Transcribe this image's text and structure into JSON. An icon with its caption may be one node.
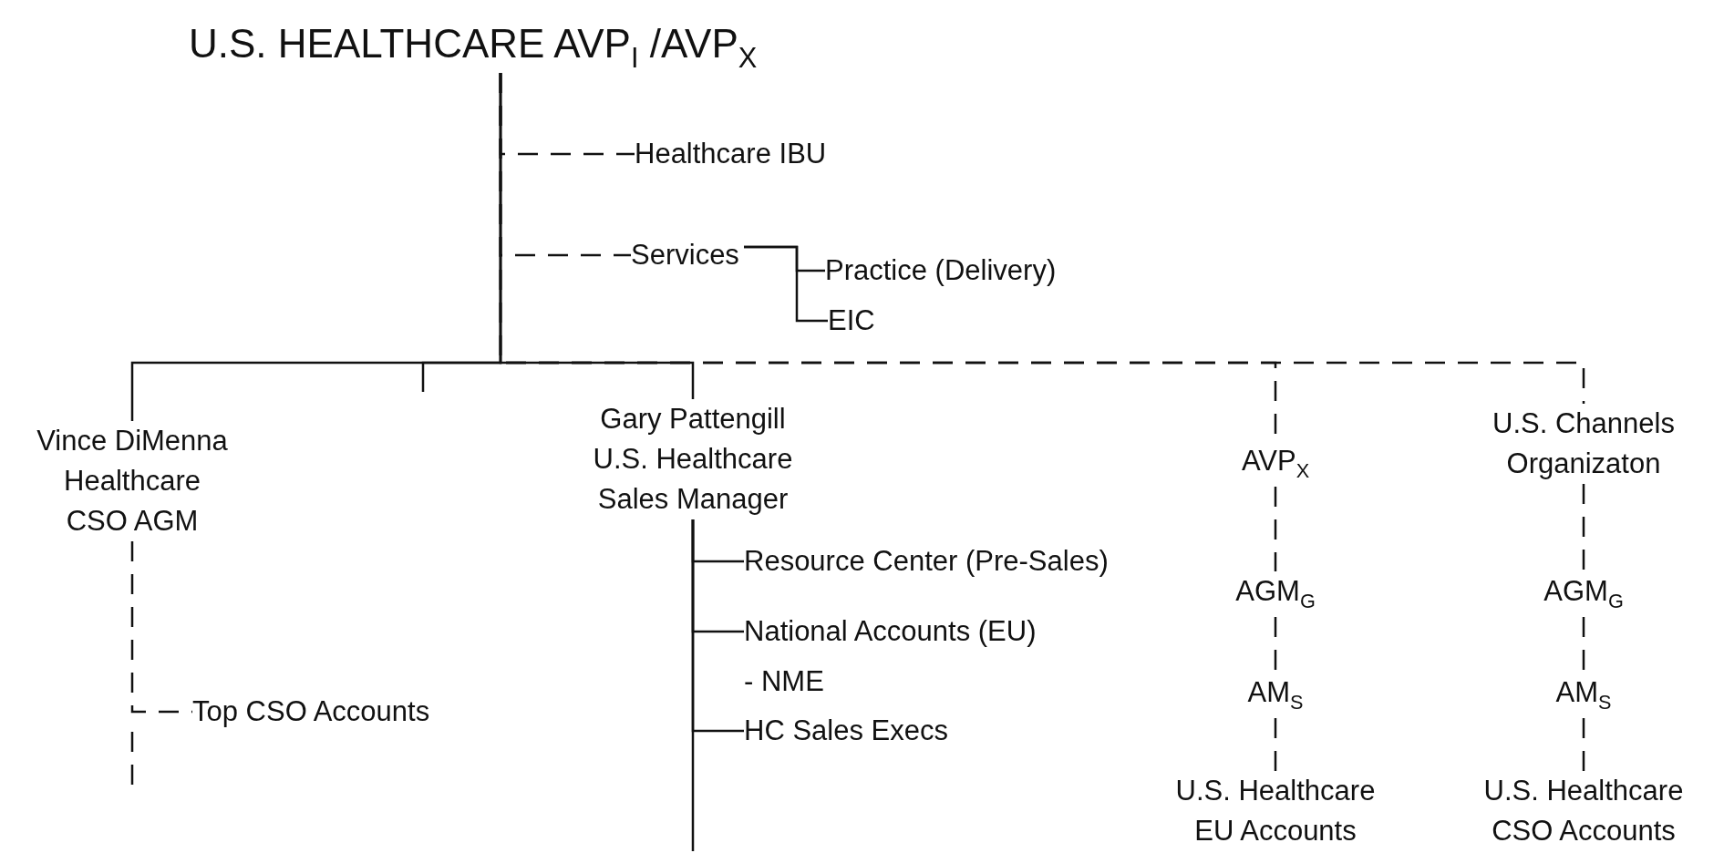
{
  "diagram": {
    "nodes": [
      {
        "text": [
          "U.S. HEALTHCARE AVP$_{I}$ /AVP$_{X}$"
        ]
      },
      {
        "text": [
          "Healthcare IBU"
        ]
      },
      {
        "text": [
          "Services"
        ]
      },
      {
        "text": [
          "Practice (Delivery)"
        ]
      },
      {
        "text": [
          "EIC"
        ]
      },
      {
        "text": [
          "Vince DiMenna Healthcare CSO AGM"
        ]
      },
      {
        "text": [
          "Gary Pattengill U.S. Healthcare Sales Manager"
        ]
      },
      {
        "text": [
          "AVP$_{X}$"
        ]
      },
      {
        "text": [
          "U.S. Channels Organizaton"
        ]
      },
      {
        "text": [
          "Top CSO Accounts"
        ]
      },
      {
        "text": [
          "Resource Center (Pre-Sales)"
        ]
      },
      {
        "text": [
          "National Accounts (EU)"
        ]
      },
      {
        "text": [
          "HC Sales Execs"
        ]
      },
      {
        "text": [
          "AGM$_{G}$"
        ]
      },
      {
        "text": [
          "AM$_{S}$"
        ]
      },
      {
        "text": [
          "U.S. Healthcare EU Accounts"
        ]
      },
      {
        "text": [
          "AGM$_{G}$"
        ]
      },
      {
        "text": [
          "AM$_{S}$"
        ]
      },
      {
        "text": [
          "U.S. Healthcare CSO Accounts"
        ]
      }
    ],
    "edges": [
      {
        "from": 0,
        "to": 1,
        "arrow": "none",
        "style": "dashed"
      },
      {
        "from": 0,
        "to": 2,
        "arrow": "none",
        "style": "dashed"
      },
      {
        "from": 2,
        "to": 3,
        "arrow": "none"
      },
      {
        "from": 2,
        "to": 4,
        "arrow": "none"
      },
      {
        "from": 0,
        "to": 5,
        "arrow": "none"
      },
      {
        "from": 0,
        "to": null,
        "arrow": "none"
      },
      {
        "from": 0,
        "to": 6,
        "arrow": "none"
      },
      {
        "from": 0,
        "to": 7,
        "arrow": "none",
        "style": "dashed"
      },
      {
        "from": 0,
        "to": 8,
        "arrow": "none",
        "style": "dashed"
      },
      {
        "from": 5,
        "to": 9,
        "arrow": "none",
        "style": "dashed"
      },
      {
        "from": 6,
        "to": 10,
        "arrow": "none"
      },
      {
        "from": 6,
        "to": 11,
        "arrow": "none"
      },
      {
        "from": 6,
        "to": 12,
        "arrow": "none"
      },
      {
        "from": 6,
        "to": null,
        "arrow": "none"
      },
      {
        "from": 7,
        "to": 13,
        "arrow": "none",
        "style": "dashed"
      },
      {
        "from": 13,
        "to": 14,
        "arrow": "none",
        "style": "dashed"
      },
      {
        "from": 14,
        "to": 15,
        "arrow": "none",
        "style": "dashed"
      },
      {
        "from": 8,
        "to": 16,
        "arrow": "none",
        "style": "dashed"
      },
      {
        "from": 16,
        "to": 17,
        "arrow": "none",
        "style": "dashed"
      },
      {
        "from": 17,
        "to": 18,
        "arrow": "none",
        "style": "dashed"
      }
    ],
    "labels": [
      "- NME"
    ]
  }
}
